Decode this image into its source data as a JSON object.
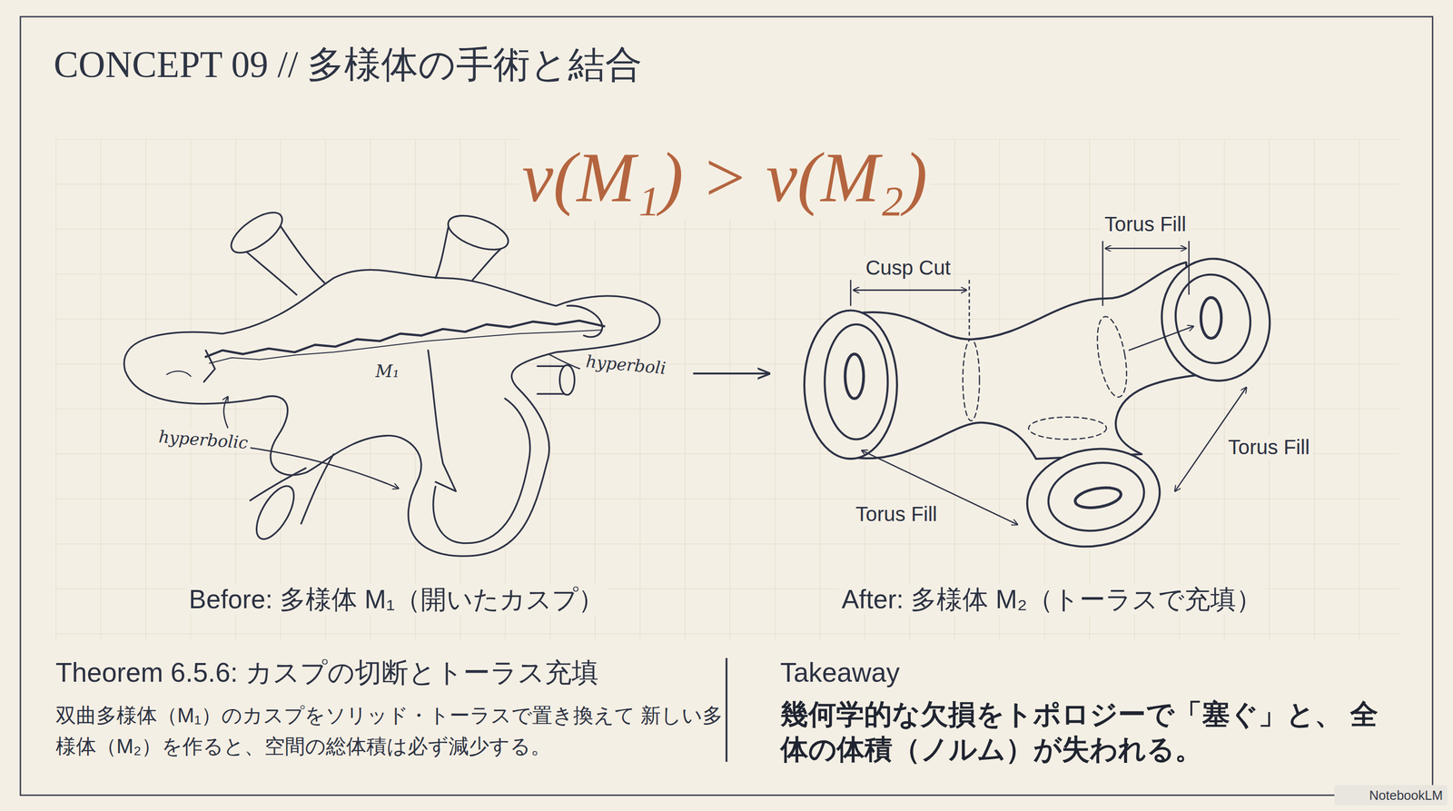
{
  "diagram": {
    "title": "CONCEPT 09 // 多様体の手術と結合",
    "labels": [
      "v(M₁) > v(M₂)",
      "M₁",
      "hyperboli",
      "hyperbolic",
      "Before: 多様体 M₁（開いたカスプ）",
      "Cusp Cut",
      "Torus Fill",
      "Torus Fill",
      "Torus Fill",
      "After: 多様体 M₂（トーラスで充填）",
      "Theorem 6.5.6: カスプの切断とトーラス充填",
      "双曲多様体（M₁）のカスプをソリッド・トーラスで置き換えて 新しい多様体（M₂）を作ると、空間の総体積は必ず減少する。",
      "Takeaway",
      "幾何学的な欠損をトポロジーで「塞ぐ」と、 全体の体積（ノルム）が失われる。",
      "NotebookLM"
    ]
  }
}
